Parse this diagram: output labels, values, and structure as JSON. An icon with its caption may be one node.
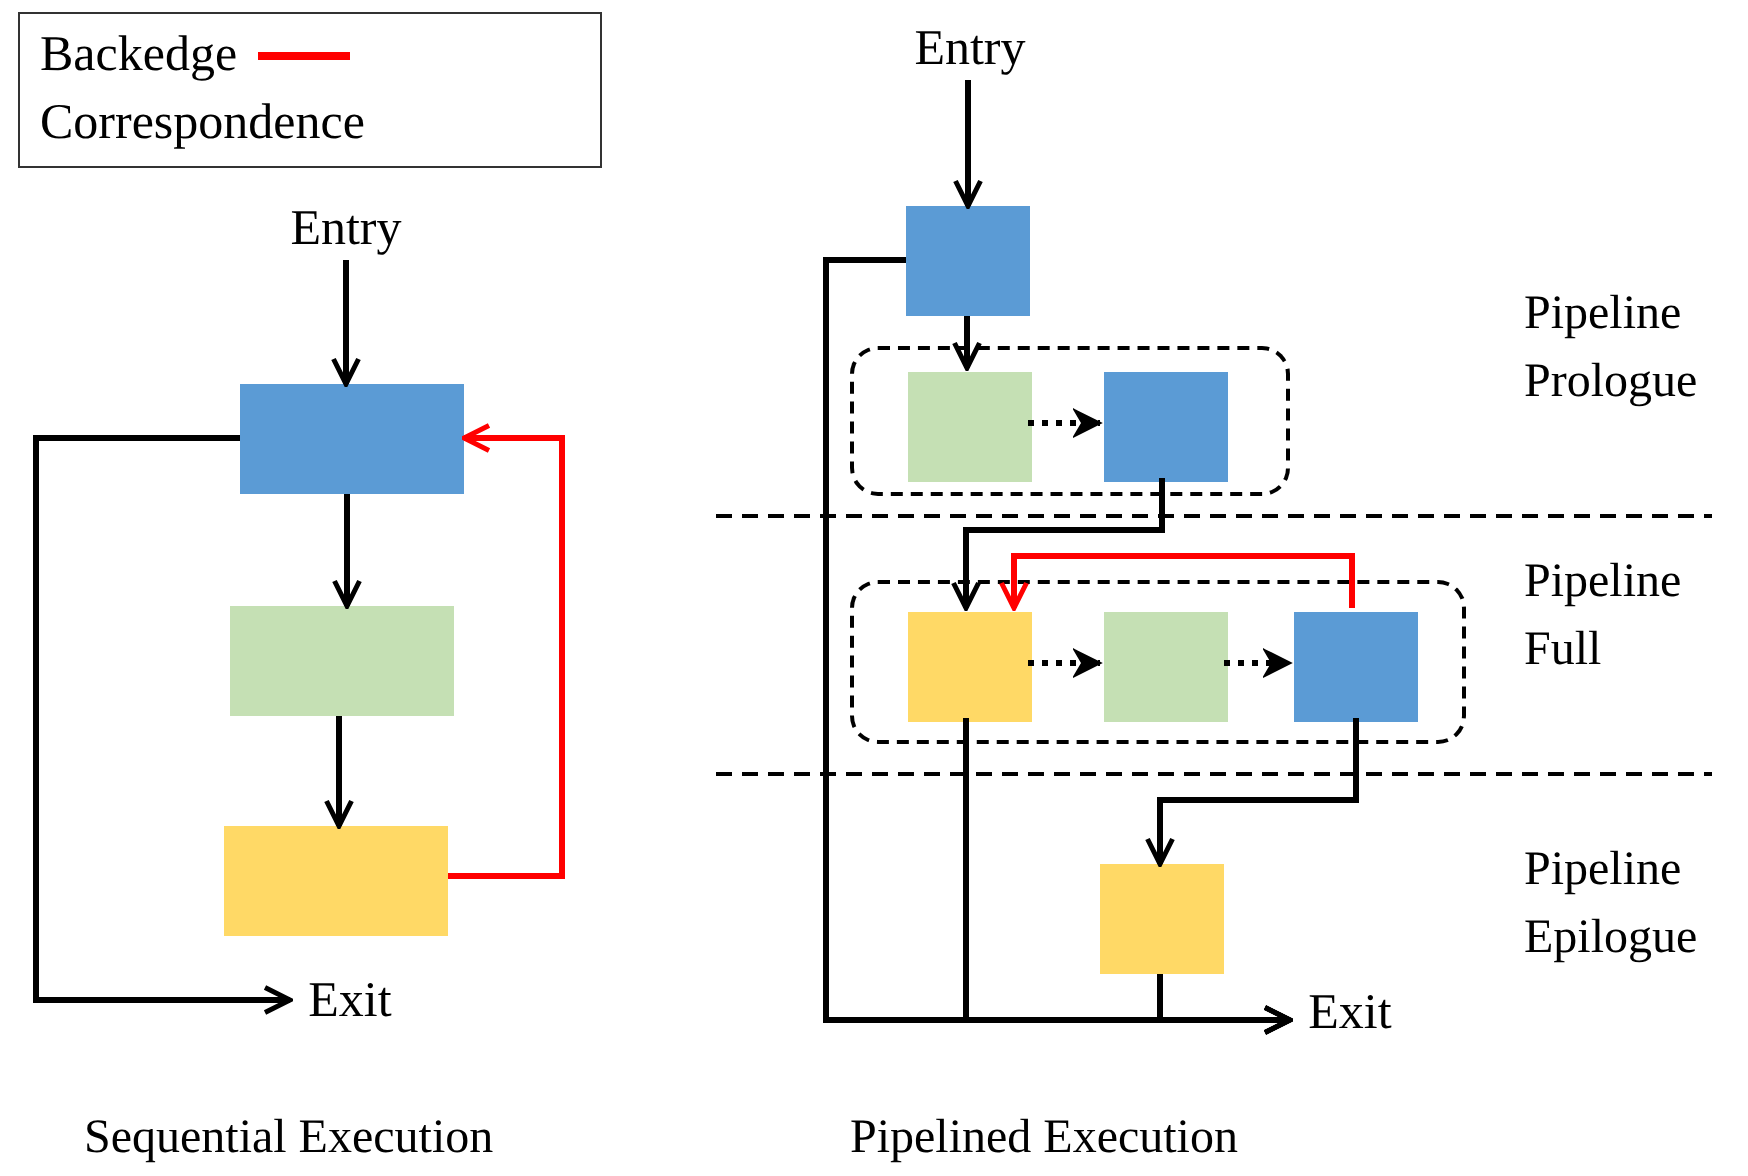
{
  "diagram": {
    "nodes": [
      {
        "text": [
          "Entry"
        ]
      },
      {
        "text": [],
        "shape": "box"
      },
      {
        "text": [],
        "shape": "box"
      },
      {
        "text": [],
        "shape": "box"
      },
      {
        "text": [
          "Exit"
        ]
      },
      {
        "text": [
          "Entry"
        ]
      },
      {
        "text": [],
        "shape": "box"
      },
      {
        "text": [],
        "shape": "box"
      },
      {
        "text": [],
        "shape": "box",
        "in": 7
      },
      {
        "text": [],
        "shape": "box",
        "in": 7
      },
      {
        "text": [],
        "shape": "box"
      },
      {
        "text": [],
        "shape": "box",
        "in": 10
      },
      {
        "text": [],
        "shape": "box",
        "in": 10
      },
      {
        "text": [],
        "shape": "box",
        "in": 10
      },
      {
        "text": [],
        "shape": "box"
      },
      {
        "text": [
          "Exit"
        ]
      }
    ],
    "edges": [
      {
        "from": 0,
        "to": 1,
        "arrow": "to"
      },
      {
        "from": 1,
        "to": 2,
        "arrow": "to"
      },
      {
        "from": 2,
        "to": 3,
        "arrow": "to"
      },
      {
        "from": 3,
        "to": 1,
        "arrow": "to",
        "color": "#ff0000"
      },
      {
        "from": 1,
        "to": 4,
        "arrow": "to"
      },
      {
        "from": 5,
        "to": 6,
        "arrow": "to"
      },
      {
        "from": 6,
        "to": 8,
        "arrow": "to"
      },
      {
        "from": 8,
        "to": 9,
        "arrow": "to",
        "style": "dashed"
      },
      {
        "from": 9,
        "to": 11,
        "arrow": "to"
      },
      {
        "from": 11,
        "to": 12,
        "arrow": "to",
        "style": "dashed"
      },
      {
        "from": 12,
        "to": 13,
        "arrow": "to",
        "style": "dashed"
      },
      {
        "from": 13,
        "to": 11,
        "arrow": "to",
        "color": "#ff0000"
      },
      {
        "from": 13,
        "to": 14,
        "arrow": "to"
      },
      {
        "from": 6,
        "to": 15,
        "arrow": "to"
      },
      {
        "from": 11,
        "to": 15,
        "arrow": "to"
      },
      {
        "from": 14,
        "to": 15,
        "arrow": "to"
      }
    ],
    "labels": [
      "Pipeline Prologue",
      "Pipeline Full",
      "Pipeline Epilogue",
      "Sequential Execution",
      "Pipelined Execution"
    ],
    "legend": [
      {
        "text": "Backedge"
      },
      {
        "text": "Correspondence"
      }
    ]
  }
}
